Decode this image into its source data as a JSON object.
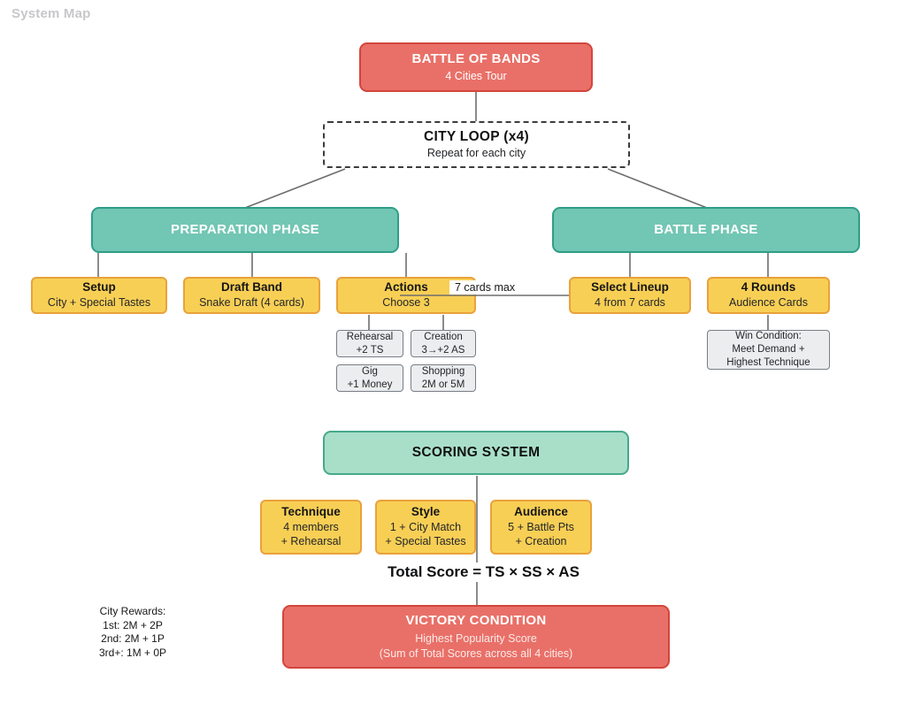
{
  "page": {
    "title": "System Map"
  },
  "colors": {
    "red_fill": "#e97068",
    "red_border": "#d2463d",
    "teal_fill": "#72c6b4",
    "teal_border": "#2f9e87",
    "mint_fill": "#a9dfc9",
    "mint_border": "#46a98b",
    "yellow_fill": "#f8cf55",
    "yellow_border": "#e9a23b",
    "gray_fill": "#ecedef",
    "gray_border": "#777e85",
    "connector": "#6e6e6e",
    "muted_title": "#c7c7cb"
  },
  "nodes": {
    "battle_of_bands": {
      "title": "BATTLE OF BANDS",
      "subtitle": "4 Cities Tour"
    },
    "city_loop": {
      "title": "CITY LOOP (x4)",
      "subtitle": "Repeat for each city"
    },
    "preparation_phase": {
      "title": "PREPARATION PHASE"
    },
    "battle_phase": {
      "title": "BATTLE PHASE"
    },
    "setup": {
      "title": "Setup",
      "subtitle": "City + Special Tastes"
    },
    "draft_band": {
      "title": "Draft Band",
      "subtitle": "Snake Draft (4 cards)"
    },
    "actions": {
      "title": "Actions",
      "subtitle": "Choose 3"
    },
    "select_lineup": {
      "title": "Select Lineup",
      "subtitle": "4 from 7 cards"
    },
    "four_rounds": {
      "title": "4 Rounds",
      "subtitle": "Audience Cards"
    },
    "rehearsal": {
      "line1": "Rehearsal",
      "line2": "+2 TS"
    },
    "creation": {
      "line1": "Creation",
      "line2": "3→+2 AS"
    },
    "gig": {
      "line1": "Gig",
      "line2": "+1 Money"
    },
    "shopping": {
      "line1": "Shopping",
      "line2": "2M or 5M"
    },
    "win_condition": {
      "line1": "Win Condition:",
      "line2": "Meet Demand +",
      "line3": "Highest Technique"
    },
    "scoring_system": {
      "title": "SCORING SYSTEM"
    },
    "technique": {
      "title": "Technique",
      "line2": "4 members",
      "line3": "+ Rehearsal"
    },
    "style": {
      "title": "Style",
      "line2": "1 + City Match",
      "line3": "+ Special Tastes"
    },
    "audience": {
      "title": "Audience",
      "line2": "5 + Battle Pts",
      "line3": "+ Creation"
    },
    "victory_condition": {
      "title": "VICTORY CONDITION",
      "line2": "Highest Popularity Score",
      "line3": "(Sum of Total Scores across all 4 cities)"
    }
  },
  "labels": {
    "seven_cards_max": "7 cards max",
    "total_score_formula": "Total Score = TS × SS × AS",
    "city_rewards": {
      "line1": "City Rewards:",
      "line2": "1st: 2M + 2P",
      "line3": "2nd: 2M + 1P",
      "line4": "3rd+: 1M + 0P"
    }
  }
}
